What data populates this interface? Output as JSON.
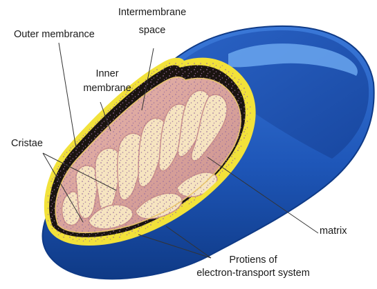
{
  "diagram": {
    "labels": {
      "intermembrane_space": [
        "Intermembrane",
        "space"
      ],
      "outer_membrane": [
        "Outer membrance"
      ],
      "inner_membrane": [
        "Inner",
        "membrane"
      ],
      "cristae": [
        "Cristae"
      ],
      "matrix": [
        "matrix"
      ],
      "proteins": [
        "Protiens of",
        "electron-transport system"
      ]
    },
    "colors": {
      "outer_membrane": "#1e56b8",
      "outer_membrane_dark": "#123f8f",
      "highlight": "#5f9de8",
      "intermembrane_line": "#f2e23a",
      "intermembrane_dark": "#1a1410",
      "inner_membrane": "#dca6a0",
      "matrix": "#f6e4c0",
      "dots": "#a07aa0",
      "leader_lines": "#333333"
    }
  }
}
